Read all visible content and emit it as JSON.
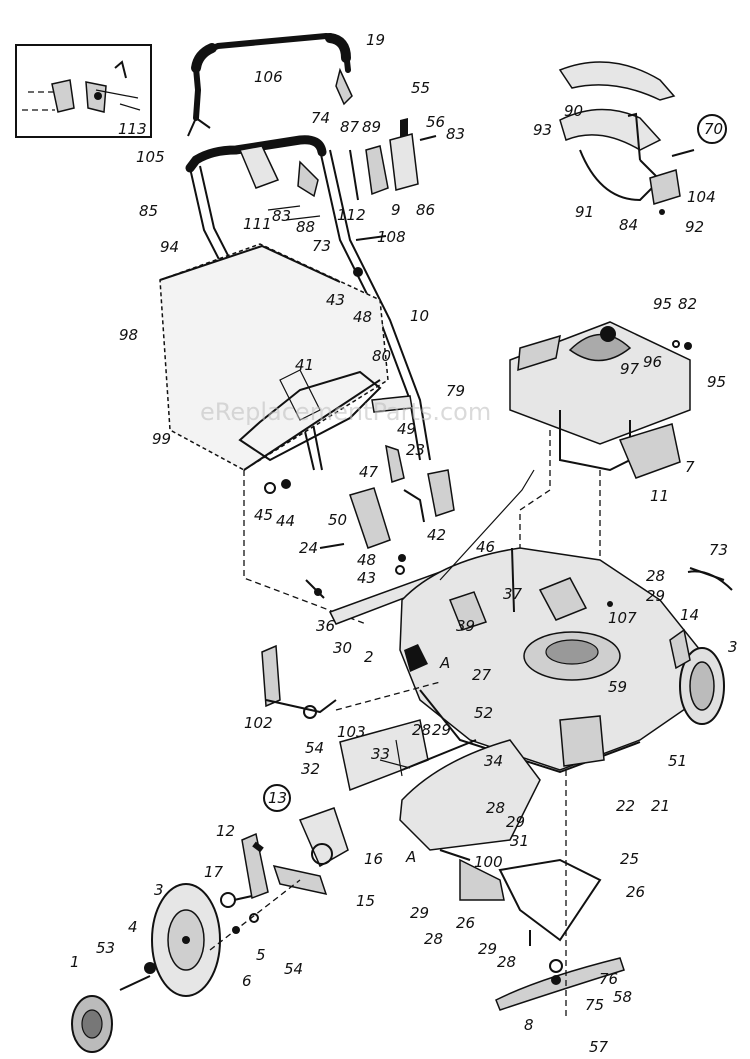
{
  "watermark": "eReplacementParts.com",
  "parts": [
    {
      "id": "p106",
      "label": "106"
    },
    {
      "id": "p19",
      "label": "19"
    },
    {
      "id": "p55",
      "label": "55"
    },
    {
      "id": "p56",
      "label": "56"
    },
    {
      "id": "p83a",
      "label": "83"
    },
    {
      "id": "p74",
      "label": "74"
    },
    {
      "id": "p87",
      "label": "87"
    },
    {
      "id": "p89",
      "label": "89"
    },
    {
      "id": "p113",
      "label": "113"
    },
    {
      "id": "p105",
      "label": "105"
    },
    {
      "id": "p85",
      "label": "85"
    },
    {
      "id": "p83b",
      "label": "83"
    },
    {
      "id": "p111",
      "label": "111"
    },
    {
      "id": "p88",
      "label": "88"
    },
    {
      "id": "p112",
      "label": "112"
    },
    {
      "id": "p9",
      "label": "9"
    },
    {
      "id": "p86",
      "label": "86"
    },
    {
      "id": "p73a",
      "label": "73"
    },
    {
      "id": "p108",
      "label": "108"
    },
    {
      "id": "p94",
      "label": "94"
    },
    {
      "id": "p43a",
      "label": "43"
    },
    {
      "id": "p48a",
      "label": "48"
    },
    {
      "id": "p98",
      "label": "98"
    },
    {
      "id": "p10",
      "label": "10"
    },
    {
      "id": "p41",
      "label": "41"
    },
    {
      "id": "p80",
      "label": "80"
    },
    {
      "id": "p79",
      "label": "79"
    },
    {
      "id": "p99",
      "label": "99"
    },
    {
      "id": "p49",
      "label": "49"
    },
    {
      "id": "p23",
      "label": "23"
    },
    {
      "id": "p47",
      "label": "47"
    },
    {
      "id": "p45",
      "label": "45"
    },
    {
      "id": "p44",
      "label": "44"
    },
    {
      "id": "p50",
      "label": "50"
    },
    {
      "id": "p42",
      "label": "42"
    },
    {
      "id": "p24",
      "label": "24"
    },
    {
      "id": "p48b",
      "label": "48"
    },
    {
      "id": "p43b",
      "label": "43"
    },
    {
      "id": "p90",
      "label": "90"
    },
    {
      "id": "p70",
      "label": "70"
    },
    {
      "id": "p93",
      "label": "93"
    },
    {
      "id": "p104",
      "label": "104"
    },
    {
      "id": "p91",
      "label": "91"
    },
    {
      "id": "p84",
      "label": "84"
    },
    {
      "id": "p92",
      "label": "92"
    },
    {
      "id": "p95a",
      "label": "95"
    },
    {
      "id": "p82",
      "label": "82"
    },
    {
      "id": "p97",
      "label": "97"
    },
    {
      "id": "p96",
      "label": "96"
    },
    {
      "id": "p95b",
      "label": "95"
    },
    {
      "id": "p7",
      "label": "7"
    },
    {
      "id": "p11",
      "label": "11"
    },
    {
      "id": "p46",
      "label": "46"
    },
    {
      "id": "p73b",
      "label": "73"
    },
    {
      "id": "p28a",
      "label": "28"
    },
    {
      "id": "p29a",
      "label": "29"
    },
    {
      "id": "p37",
      "label": "37"
    },
    {
      "id": "p107",
      "label": "107"
    },
    {
      "id": "p14",
      "label": "14"
    },
    {
      "id": "p3a",
      "label": "3"
    },
    {
      "id": "p36",
      "label": "36"
    },
    {
      "id": "p39",
      "label": "39"
    },
    {
      "id": "p30",
      "label": "30"
    },
    {
      "id": "p2",
      "label": "2"
    },
    {
      "id": "pA1",
      "label": "A"
    },
    {
      "id": "p27",
      "label": "27"
    },
    {
      "id": "p59",
      "label": "59"
    },
    {
      "id": "p52",
      "label": "52"
    },
    {
      "id": "p102",
      "label": "102"
    },
    {
      "id": "p103",
      "label": "103"
    },
    {
      "id": "p28b",
      "label": "28"
    },
    {
      "id": "p29b",
      "label": "29"
    },
    {
      "id": "p54a",
      "label": "54"
    },
    {
      "id": "p33",
      "label": "33"
    },
    {
      "id": "p32",
      "label": "32"
    },
    {
      "id": "p34",
      "label": "34"
    },
    {
      "id": "p51",
      "label": "51"
    },
    {
      "id": "p22",
      "label": "22"
    },
    {
      "id": "p21",
      "label": "21"
    },
    {
      "id": "p13",
      "label": "13"
    },
    {
      "id": "p28c",
      "label": "28"
    },
    {
      "id": "p29c",
      "label": "29"
    },
    {
      "id": "p31",
      "label": "31"
    },
    {
      "id": "p12",
      "label": "12"
    },
    {
      "id": "p16",
      "label": "16"
    },
    {
      "id": "pA2",
      "label": "A"
    },
    {
      "id": "p100",
      "label": "100"
    },
    {
      "id": "p25",
      "label": "25"
    },
    {
      "id": "p17",
      "label": "17"
    },
    {
      "id": "p15",
      "label": "15"
    },
    {
      "id": "p3b",
      "label": "3"
    },
    {
      "id": "p26a",
      "label": "26"
    },
    {
      "id": "p26b",
      "label": "26"
    },
    {
      "id": "p4",
      "label": "4"
    },
    {
      "id": "p29d",
      "label": "29"
    },
    {
      "id": "p28d",
      "label": "28"
    },
    {
      "id": "p29e",
      "label": "29"
    },
    {
      "id": "p28e",
      "label": "28"
    },
    {
      "id": "p5",
      "label": "5"
    },
    {
      "id": "p6",
      "label": "6"
    },
    {
      "id": "p54b",
      "label": "54"
    },
    {
      "id": "p1",
      "label": "1"
    },
    {
      "id": "p53",
      "label": "53"
    },
    {
      "id": "p76",
      "label": "76"
    },
    {
      "id": "p75",
      "label": "75"
    },
    {
      "id": "p58",
      "label": "58"
    },
    {
      "id": "p8",
      "label": "8"
    },
    {
      "id": "p57",
      "label": "57"
    }
  ]
}
